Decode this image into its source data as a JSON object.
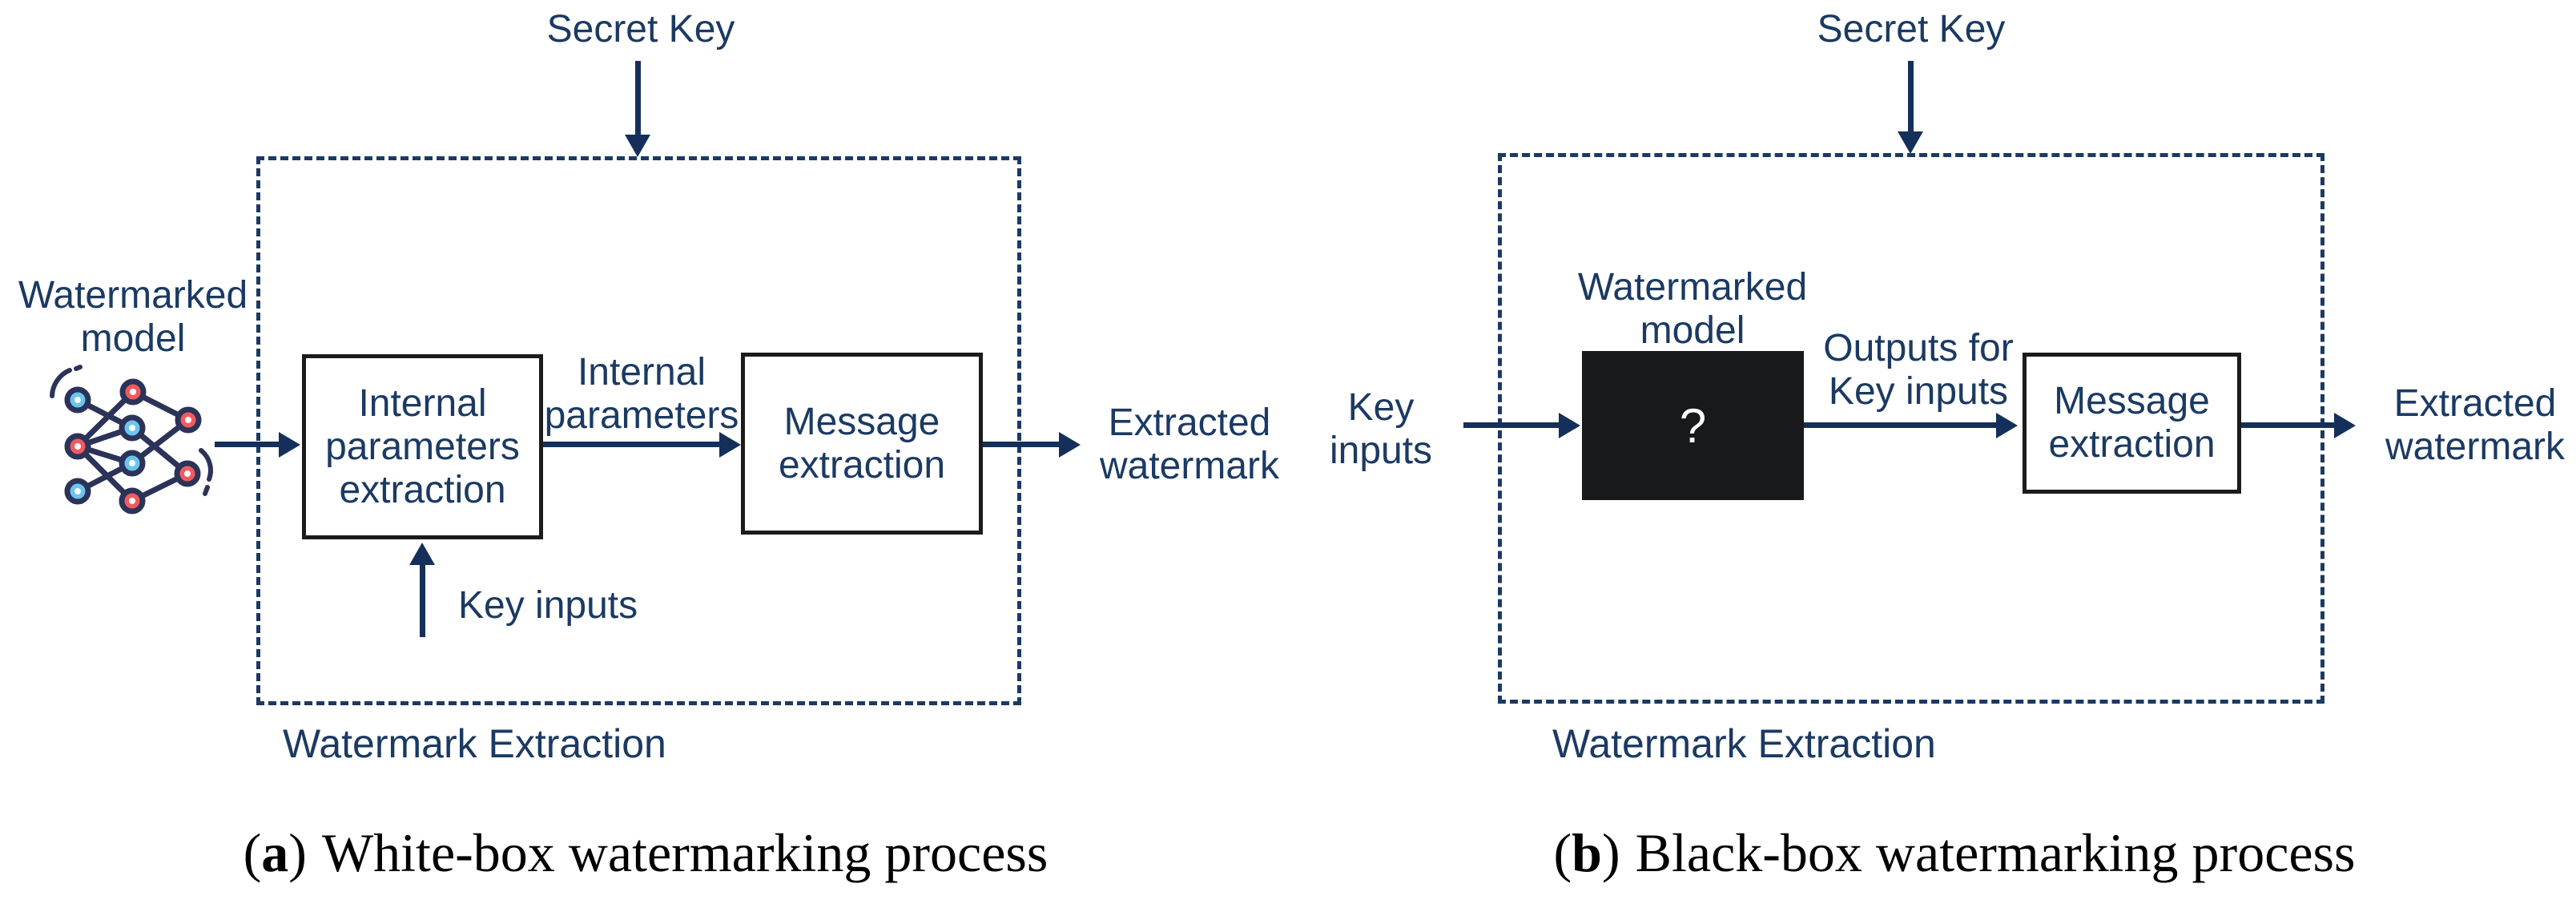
{
  "figure": {
    "colors": {
      "ink": "#1b3a63",
      "line": "#14305a",
      "box_border": "#1b1b1b",
      "black_box": "#18191b",
      "caption": "#000000",
      "node_blue": "#6cc4f1",
      "node_red": "#f15b5e",
      "node_outline": "#2b3358",
      "background": "#ffffff"
    },
    "panel_a": {
      "secret_key": "Secret Key",
      "model_label": {
        "line1": "Watermarked",
        "line2": "model"
      },
      "process_box_1": {
        "line1": "Internal",
        "line2": "parameters",
        "line3": "extraction"
      },
      "flow_label": {
        "line1": "Internal",
        "line2": "parameters"
      },
      "process_box_2": {
        "line1": "Message",
        "line2": "extraction"
      },
      "output_label": {
        "line1": "Extracted",
        "line2": "watermark"
      },
      "key_inputs_label": "Key inputs",
      "container_label": "Watermark Extraction",
      "caption": {
        "open": "(",
        "marker": "a",
        "close": ")",
        "text": "White-box watermarking process"
      }
    },
    "panel_b": {
      "secret_key": "Secret Key",
      "input_label": {
        "line1": "Key",
        "line2": "inputs"
      },
      "model_label": {
        "line1": "Watermarked",
        "line2": "model"
      },
      "black_box_symbol": "?",
      "flow_label": {
        "line1": "Outputs for",
        "line2": "Key inputs"
      },
      "process_box": {
        "line1": "Message",
        "line2": "extraction"
      },
      "output_label": {
        "line1": "Extracted",
        "line2": "watermark"
      },
      "container_label": "Watermark Extraction",
      "caption": {
        "open": "(",
        "marker": "b",
        "close": ")",
        "text": "Black-box watermarking process"
      }
    }
  }
}
